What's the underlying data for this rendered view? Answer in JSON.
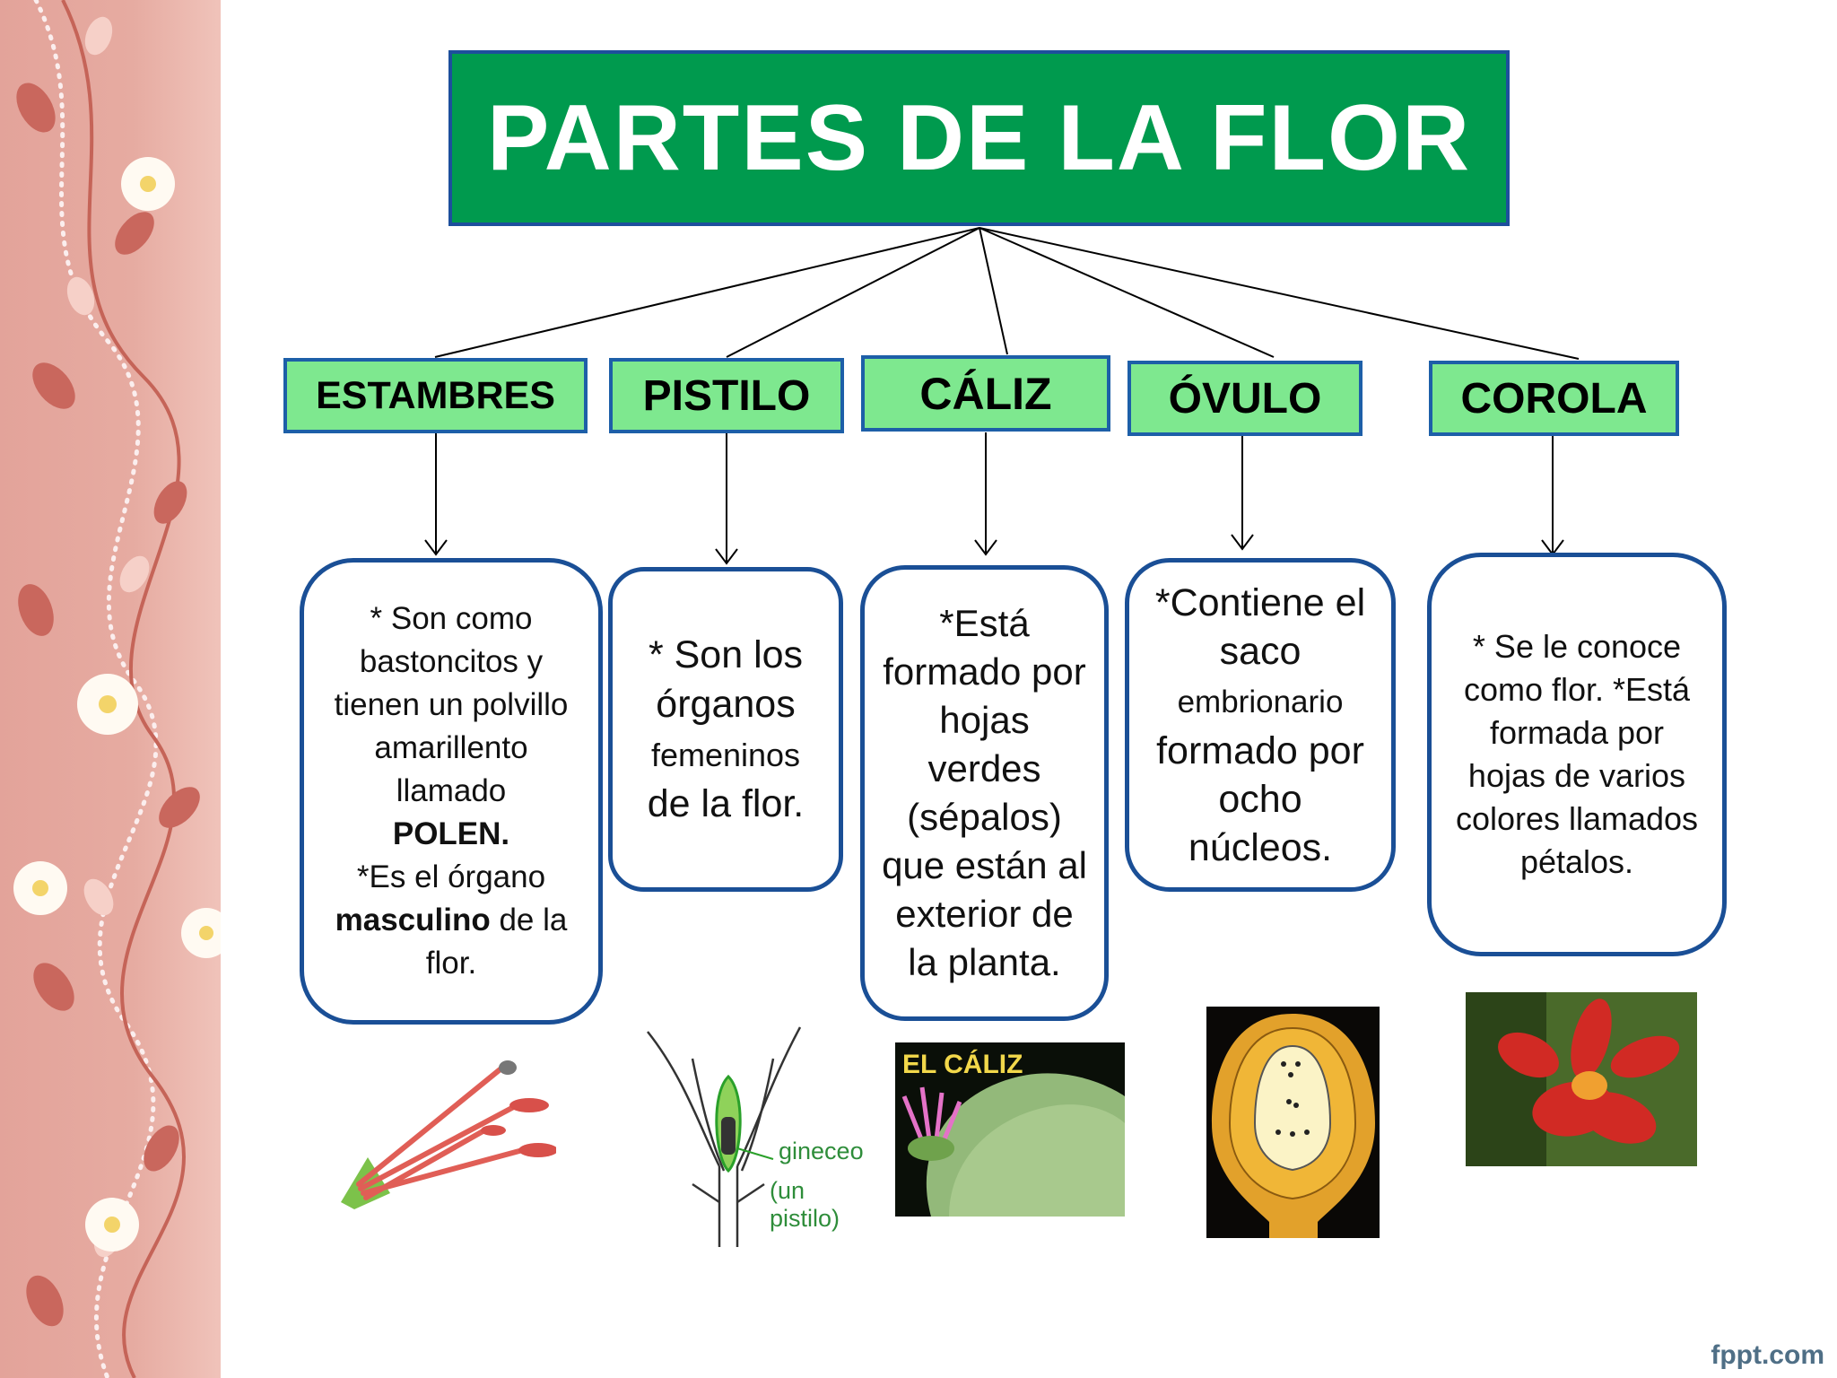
{
  "title": "PARTES DE LA FLOR",
  "parts": [
    {
      "label": "ESTAMBRES"
    },
    {
      "label": "PISTILO"
    },
    {
      "label": "CÁLIZ"
    },
    {
      "label": "ÓVULO"
    },
    {
      "label": "COROLA"
    }
  ],
  "descriptions": {
    "estambres": {
      "line1": "* Son como bastoncitos y tienen un polvillo amarillento llamado",
      "polen": "POLEN.",
      "line2": "*Es el órgano",
      "masculino": "masculino",
      "line3": "de la flor."
    },
    "pistilo": {
      "a": "* Son los órganos",
      "b": "femeninos",
      "c": "de la flor."
    },
    "caliz": {
      "text": "*Está formado por hojas verdes (sépalos) que están al exterior de la planta."
    },
    "ovulo": {
      "a": "*Contiene el saco",
      "b": "embrionario",
      "c": "formado por ocho núcleos."
    },
    "corola": {
      "text": "* Se le conoce como flor. *Está formada por hojas de varios colores llamados pétalos."
    }
  },
  "images": {
    "pistilo_label_1": "gineceo",
    "pistilo_label_2": "(un pistilo)",
    "caliz_label": "EL CÁLIZ"
  },
  "footer": "fppt.com",
  "colors": {
    "title_bg": "#009a4e",
    "part_bg": "#7ee88f",
    "border_blue": "#1a4f96",
    "side_band": "#e3a39a"
  }
}
